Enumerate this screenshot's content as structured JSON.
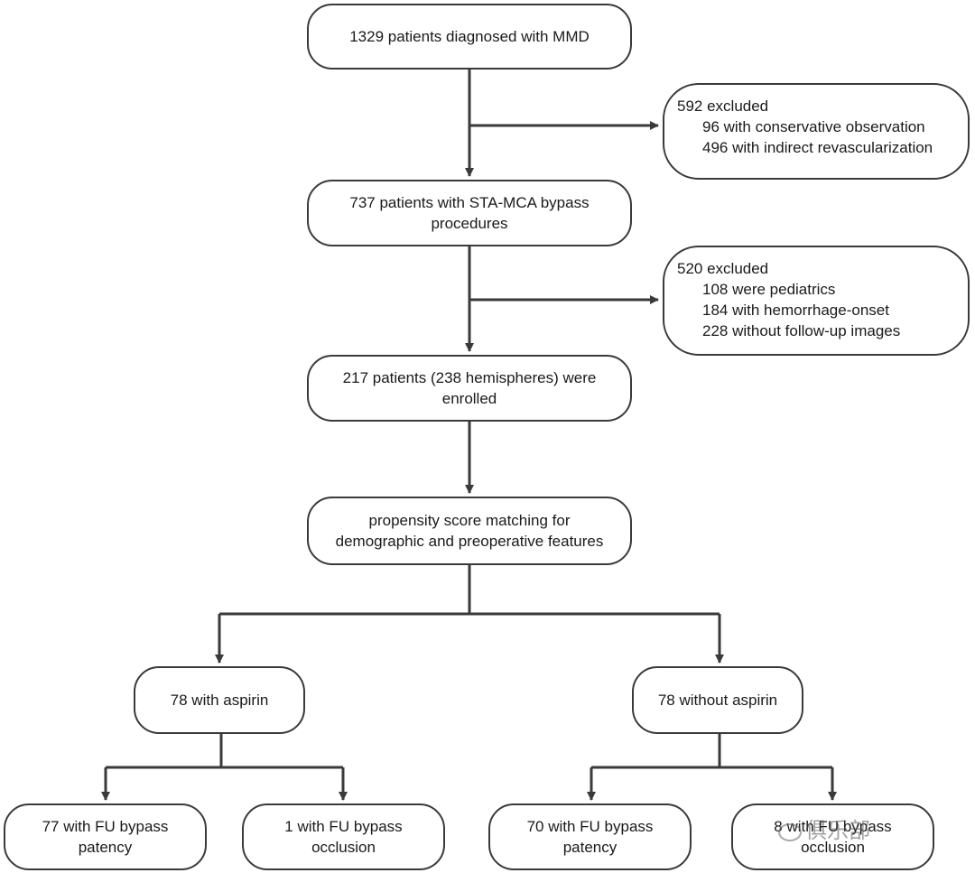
{
  "boxes": {
    "diagnosed": "1329 patients diagnosed with MMD",
    "bypass": "737 patients with STA-MCA bypass procedures",
    "enrolled": "217 patients (238 hemispheres) were enrolled",
    "psm": "propensity score matching for demographic and preoperative features",
    "aspirin": "78 with aspirin",
    "no_aspirin": "78 without aspirin",
    "asp_patency": "77 with FU bypass patency",
    "asp_occlusion": "1 with FU bypass occlusion",
    "noasp_patency": "70 with FU bypass patency",
    "noasp_occlusion": "8 with FU bypass occlusion"
  },
  "exclusion1": {
    "title": "592 excluded",
    "items": [
      "96 with conservative observation",
      "496 with indirect revascularization"
    ]
  },
  "exclusion2": {
    "title": "520 excluded",
    "items": [
      "108 were pediatrics",
      "184 with hemorrhage-onset",
      "228 without follow-up images"
    ]
  },
  "watermark": "俱乐部",
  "colors": {
    "stroke": "#3a3a3a",
    "text": "#1a1a1a"
  }
}
